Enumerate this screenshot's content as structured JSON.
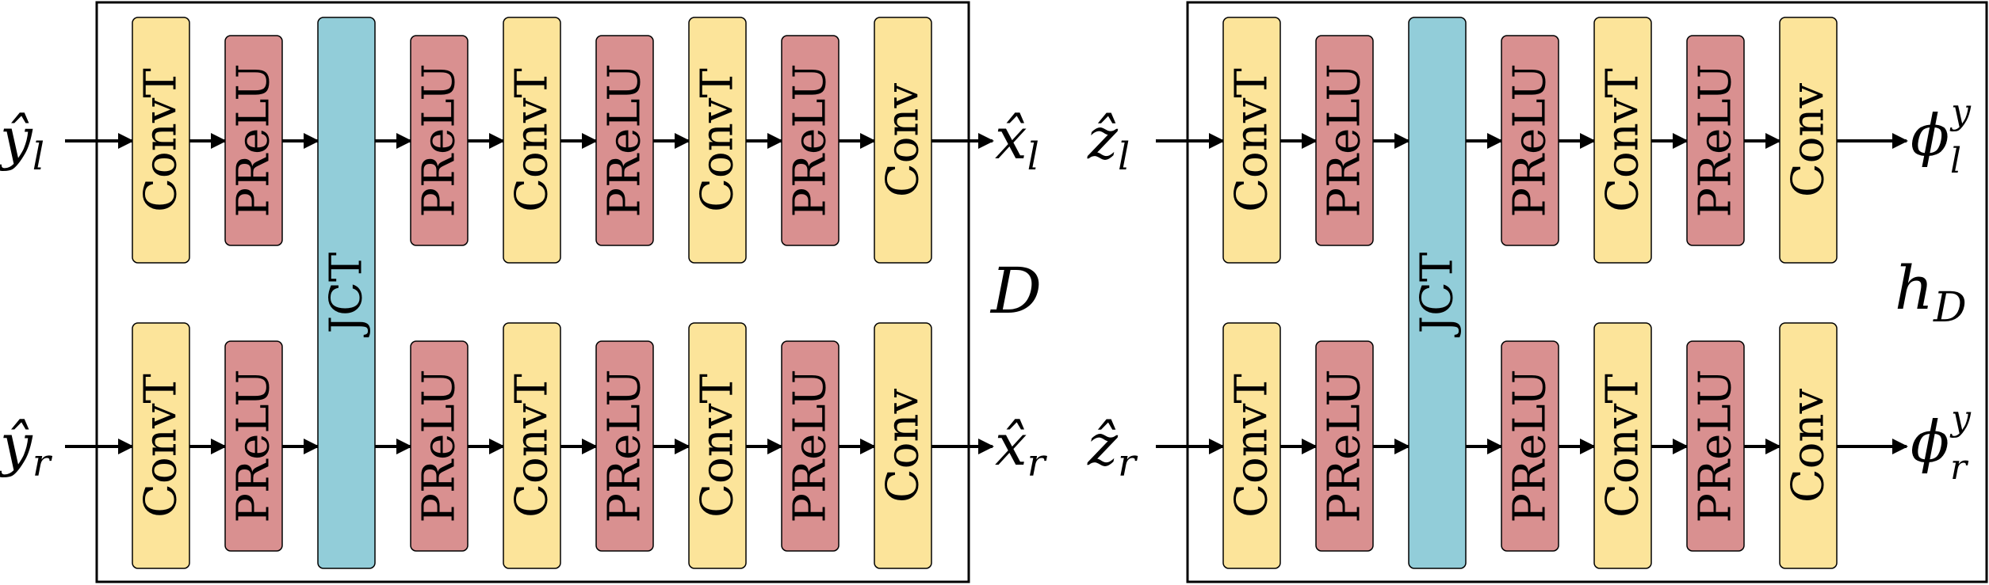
{
  "colors": {
    "convt": "#fce49a",
    "prelu": "#d99090",
    "jct": "#92cdd9",
    "stroke": "#000000"
  },
  "decoder": {
    "label": "D",
    "top_row": {
      "input": {
        "base": "ŷ",
        "sub": "l"
      },
      "output": {
        "base": "x̂",
        "sub": "l"
      },
      "blocks": [
        "ConvT",
        "PReLU",
        "PReLU",
        "ConvT",
        "PReLU",
        "ConvT",
        "PReLU",
        "Conv"
      ]
    },
    "bottom_row": {
      "input": {
        "base": "ŷ",
        "sub": "r"
      },
      "output": {
        "base": "x̂",
        "sub": "r"
      },
      "blocks": [
        "ConvT",
        "PReLU",
        "PReLU",
        "ConvT",
        "PReLU",
        "ConvT",
        "PReLU",
        "Conv"
      ]
    },
    "joint": "JCT"
  },
  "hyper_decoder": {
    "label": "h",
    "label_sub": "D",
    "top_row": {
      "input": {
        "base": "ẑ",
        "sub": "l"
      },
      "output": {
        "base": "ϕ",
        "sub": "l",
        "sup": "y"
      },
      "blocks": [
        "ConvT",
        "PReLU",
        "PReLU",
        "ConvT",
        "PReLU",
        "Conv"
      ]
    },
    "bottom_row": {
      "input": {
        "base": "ẑ",
        "sub": "r"
      },
      "output": {
        "base": "ϕ",
        "sub": "r",
        "sup": "y"
      },
      "blocks": [
        "ConvT",
        "PReLU",
        "PReLU",
        "ConvT",
        "PReLU",
        "Conv"
      ]
    },
    "joint": "JCT"
  }
}
